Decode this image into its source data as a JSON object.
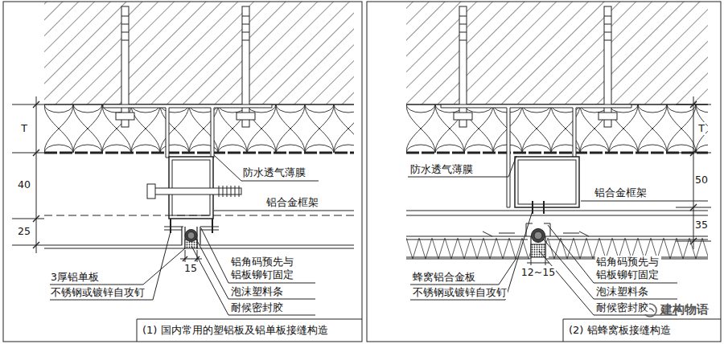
{
  "diagram": {
    "labels": [
      "T",
      "40",
      "25",
      "防水透气薄膜",
      "铝合金框架",
      "3厚铝单板",
      "不锈钢或镀锌自攻钉",
      "15",
      "铝角码预先与 铝板铆钉固定",
      "泡沫塑料条",
      "耐候密封胶",
      "(1) 国内常用的塑铝板及铝单板接缝构造",
      "T",
      "50",
      "35",
      "防水透气薄膜",
      "铝合金框架",
      "蜂窝铝合金板",
      "不锈钢或镀锌自攻钉",
      "12~15",
      "铝角码预先与 铝板铆钉固定",
      "泡沫塑料条",
      "耐候密封胶",
      "(2) 铝蜂窝板接缝构造",
      "建构物语"
    ]
  }
}
